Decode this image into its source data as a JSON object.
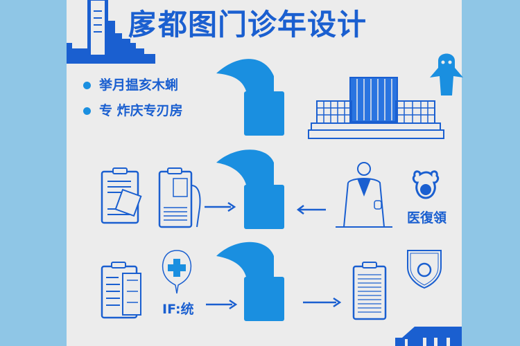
{
  "title": "扅都图门诊年设计",
  "bullets": [
    "挙月揾亥木蜊",
    "专 炸庆专刃房"
  ],
  "labels": {
    "doctor_caption": "医復領",
    "if_caption": "IF:统"
  },
  "colors": {
    "primary": "#1a5fd0",
    "accent": "#1a8fe0",
    "panel": "#ececec",
    "background": "#8fc6e6"
  }
}
